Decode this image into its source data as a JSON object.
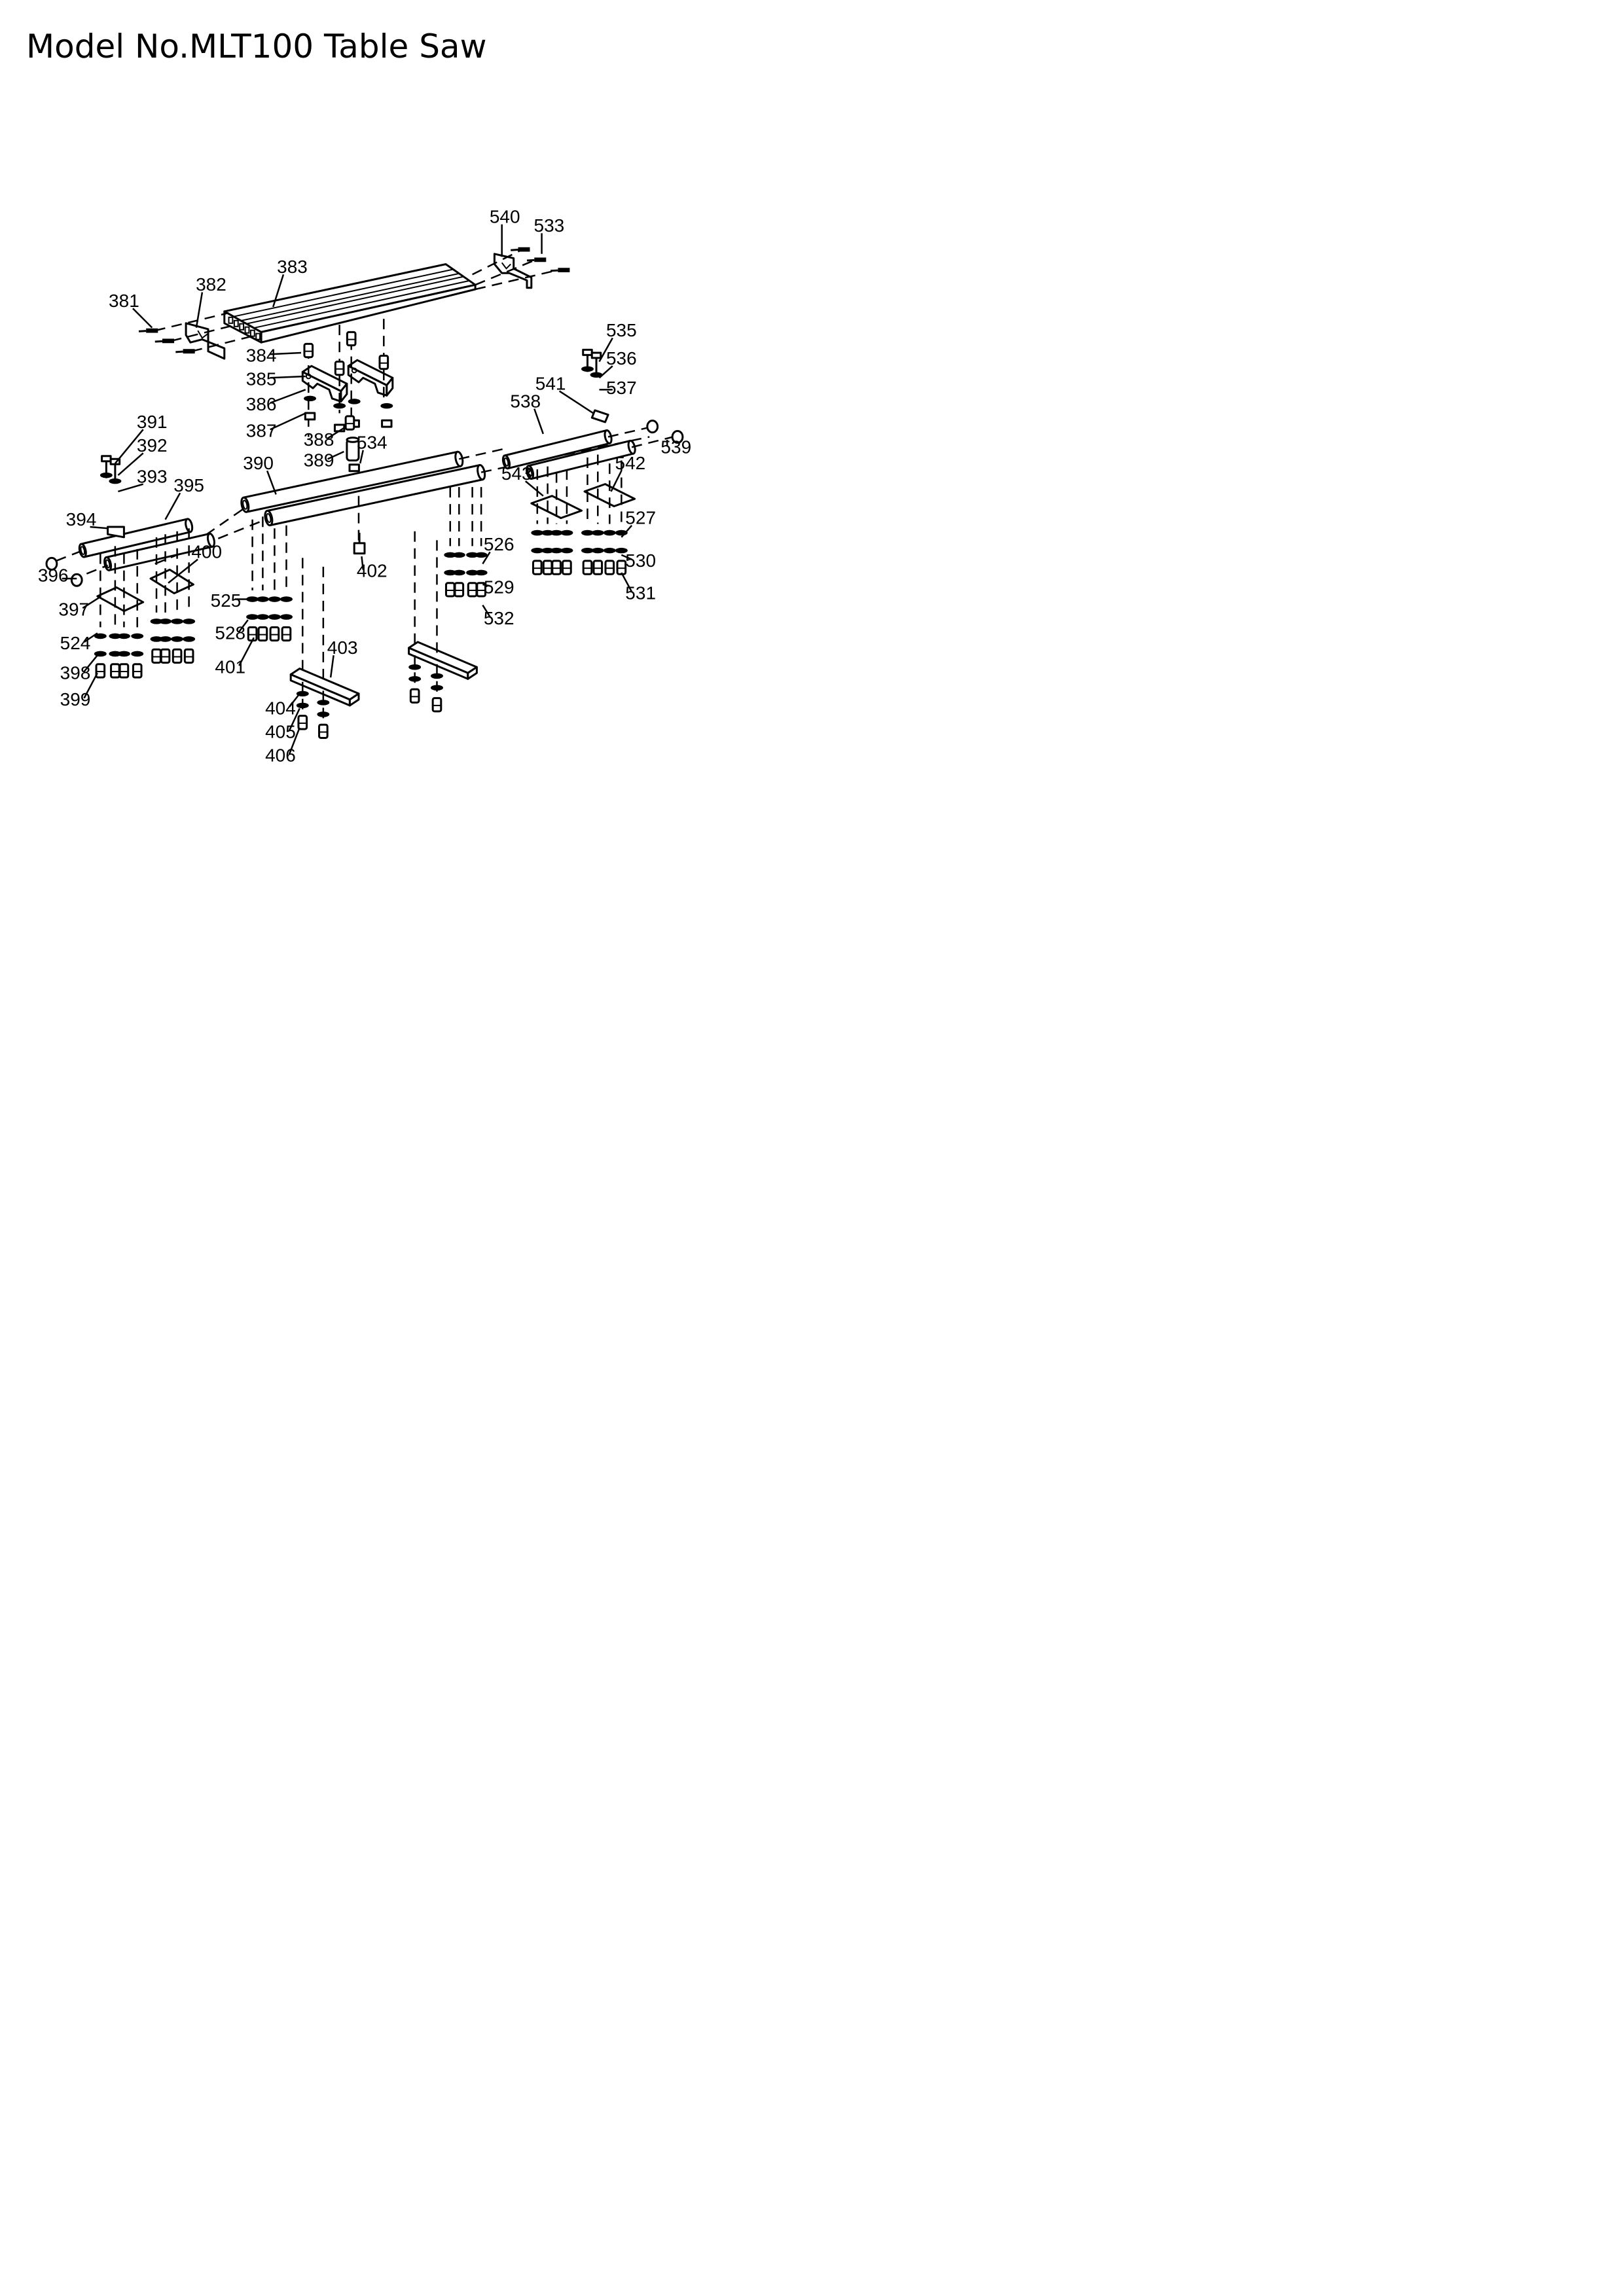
{
  "page": {
    "title": "Model No.MLT100 Table Saw"
  },
  "diagram": {
    "type": "exploded-parts-diagram",
    "part_numbers": [
      "381",
      "382",
      "383",
      "384",
      "385",
      "386",
      "387",
      "388",
      "389",
      "390",
      "391",
      "392",
      "393",
      "394",
      "395",
      "396",
      "397",
      "398",
      "399",
      "400",
      "401",
      "402",
      "403",
      "404",
      "405",
      "406",
      "524",
      "525",
      "526",
      "527",
      "528",
      "529",
      "530",
      "531",
      "532",
      "533",
      "534",
      "535",
      "536",
      "537",
      "538",
      "539",
      "540",
      "541",
      "542",
      "543"
    ]
  }
}
